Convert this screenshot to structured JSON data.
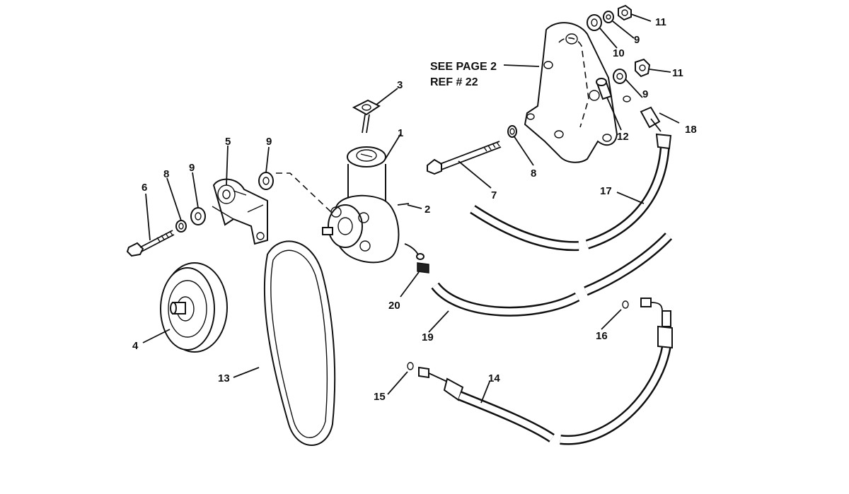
{
  "diagram": {
    "reference_note": {
      "line1": "SEE PAGE 2",
      "line2": "REF # 22"
    },
    "callouts": [
      {
        "id": "c1",
        "text": "1"
      },
      {
        "id": "c2",
        "text": "2"
      },
      {
        "id": "c3",
        "text": "3"
      },
      {
        "id": "c4",
        "text": "4"
      },
      {
        "id": "c5",
        "text": "5"
      },
      {
        "id": "c6",
        "text": "6"
      },
      {
        "id": "c7",
        "text": "7"
      },
      {
        "id": "c8a",
        "text": "8"
      },
      {
        "id": "c8b",
        "text": "8"
      },
      {
        "id": "c9a",
        "text": "9"
      },
      {
        "id": "c9b",
        "text": "9"
      },
      {
        "id": "c9c",
        "text": "9"
      },
      {
        "id": "c9d",
        "text": "9"
      },
      {
        "id": "c10",
        "text": "10"
      },
      {
        "id": "c11a",
        "text": "11"
      },
      {
        "id": "c11b",
        "text": "11"
      },
      {
        "id": "c12",
        "text": "12"
      },
      {
        "id": "c13",
        "text": "13"
      },
      {
        "id": "c14",
        "text": "14"
      },
      {
        "id": "c15",
        "text": "15"
      },
      {
        "id": "c16",
        "text": "16"
      },
      {
        "id": "c17",
        "text": "17"
      },
      {
        "id": "c18",
        "text": "18"
      },
      {
        "id": "c19",
        "text": "19"
      },
      {
        "id": "c20",
        "text": "20"
      }
    ]
  }
}
